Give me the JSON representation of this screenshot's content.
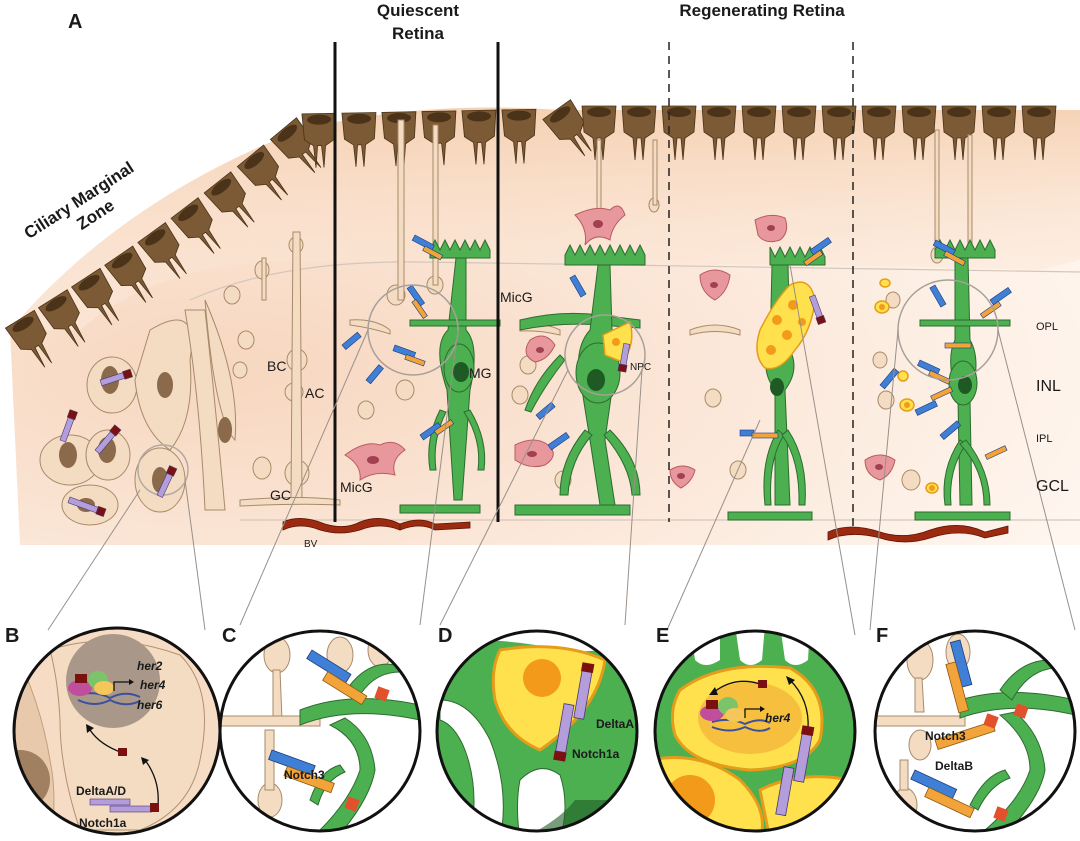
{
  "panel_letters": {
    "a": "A",
    "b": "B",
    "c": "C",
    "d": "D",
    "e": "E",
    "f": "F"
  },
  "titles": {
    "quiescent": [
      "Quiescent",
      "Retina"
    ],
    "regenerating": "Regenerating Retina",
    "cmz": [
      "Ciliary Marginal",
      "Zone"
    ]
  },
  "cell_labels": {
    "bc": "BC",
    "ac": "AC",
    "gc": "GC",
    "micg_1": "MicG",
    "micg_2": "MicG",
    "mg": "MG",
    "npc": "NPC",
    "bv": "BV"
  },
  "layers": {
    "opl": "OPL",
    "inl": "INL",
    "ipl": "IPL",
    "gcl": "GCL"
  },
  "panel_b": {
    "genes": [
      "her2",
      "her4",
      "her6"
    ],
    "ligand": "DeltaA/D",
    "receptor": "Notch1a"
  },
  "panel_c": {
    "receptor": "Notch3"
  },
  "panel_d": {
    "ligand": "DeltaA",
    "receptor": "Notch1a"
  },
  "panel_e": {
    "gene": "her4"
  },
  "panel_f": {
    "receptor": "Notch3",
    "ligand": "DeltaB"
  },
  "colors": {
    "photoreceptor": "#7b5a35",
    "retina_bg": "#fbe3d3",
    "neuron": "#f4dcc2",
    "muller": "#4caf50",
    "muller_dark": "#2e7d32",
    "microglia": "#e8989c",
    "vessel": "#9c2a10",
    "npc": "#ffe14d",
    "notch3": "#f2a33a",
    "delta": "#3f7fd6",
    "notch1a": "#b39ddb",
    "ligand_tip": "#7a1010"
  }
}
